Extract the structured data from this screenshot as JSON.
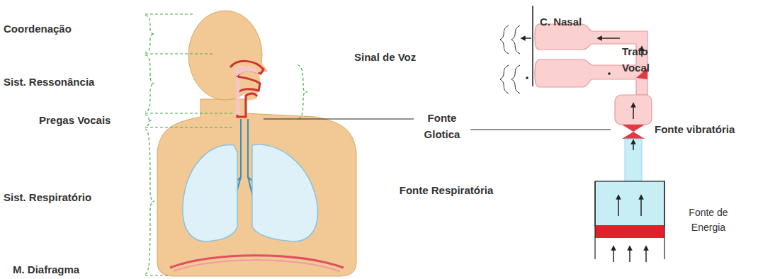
{
  "diagram": {
    "labels": [
      "Coordenação",
      "C. Nasal",
      "Sist. Ressonância",
      "Sinal de Voz",
      "Trato Vocal",
      "Pregas Vocais",
      "Fonte Glotica",
      "Fonte vibratória",
      "Sist. Respiratório",
      "Fonte Respiratória",
      "Fonte de Energia",
      "M. Diafragma"
    ]
  }
}
